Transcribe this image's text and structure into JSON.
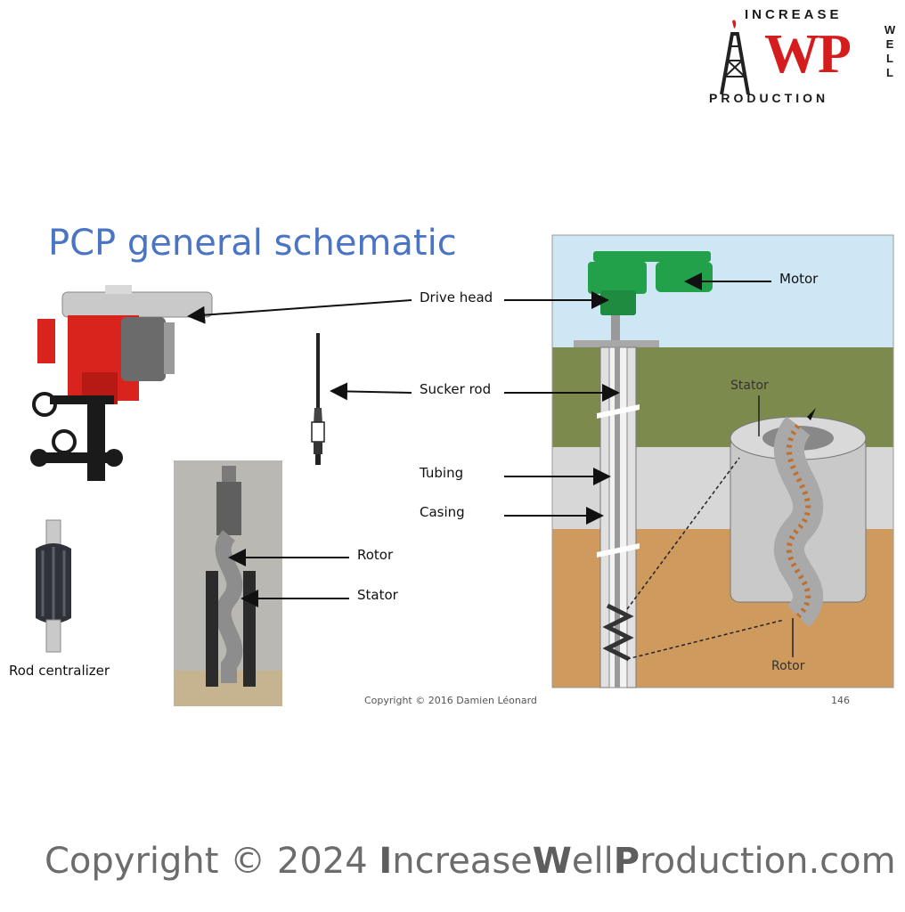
{
  "logo": {
    "top_text": "INCREASE",
    "mark": "WP",
    "side_text": "WELL",
    "bottom_text": "PRODUCTION",
    "colors": {
      "mark": "#d51d1d",
      "text": "#1a1a1a"
    }
  },
  "title": "PCP general schematic",
  "labels": {
    "drive_head": "Drive head",
    "motor": "Motor",
    "sucker_rod": "Sucker rod",
    "tubing": "Tubing",
    "casing": "Casing",
    "rotor_left": "Rotor",
    "stator_left": "Stator",
    "rod_centralizer": "Rod centralizer",
    "stator_diagram": "Stator",
    "rotor_diagram": "Rotor"
  },
  "slide_copyright": "Copyright © 2016 Damien Léonard",
  "page_number": "146",
  "footer": {
    "prefix": "Copyright © 2024 ",
    "parts": [
      "I",
      "ncrease",
      "W",
      "ell",
      "P",
      "roduction.com"
    ]
  },
  "colors": {
    "title": "#4a74c4",
    "drive_head_green": "#23a04a",
    "sky": "#cfe6f5",
    "grass": "#7d8a4e",
    "gravel": "#d7d7d7",
    "sand": "#cf9a5e",
    "wellhead_red": "#d8241c"
  },
  "icons": [
    "drive-head-photo",
    "sucker-rod-icon",
    "rod-centralizer-icon",
    "rotor-stator-photo",
    "well-cross-section-diagram"
  ]
}
